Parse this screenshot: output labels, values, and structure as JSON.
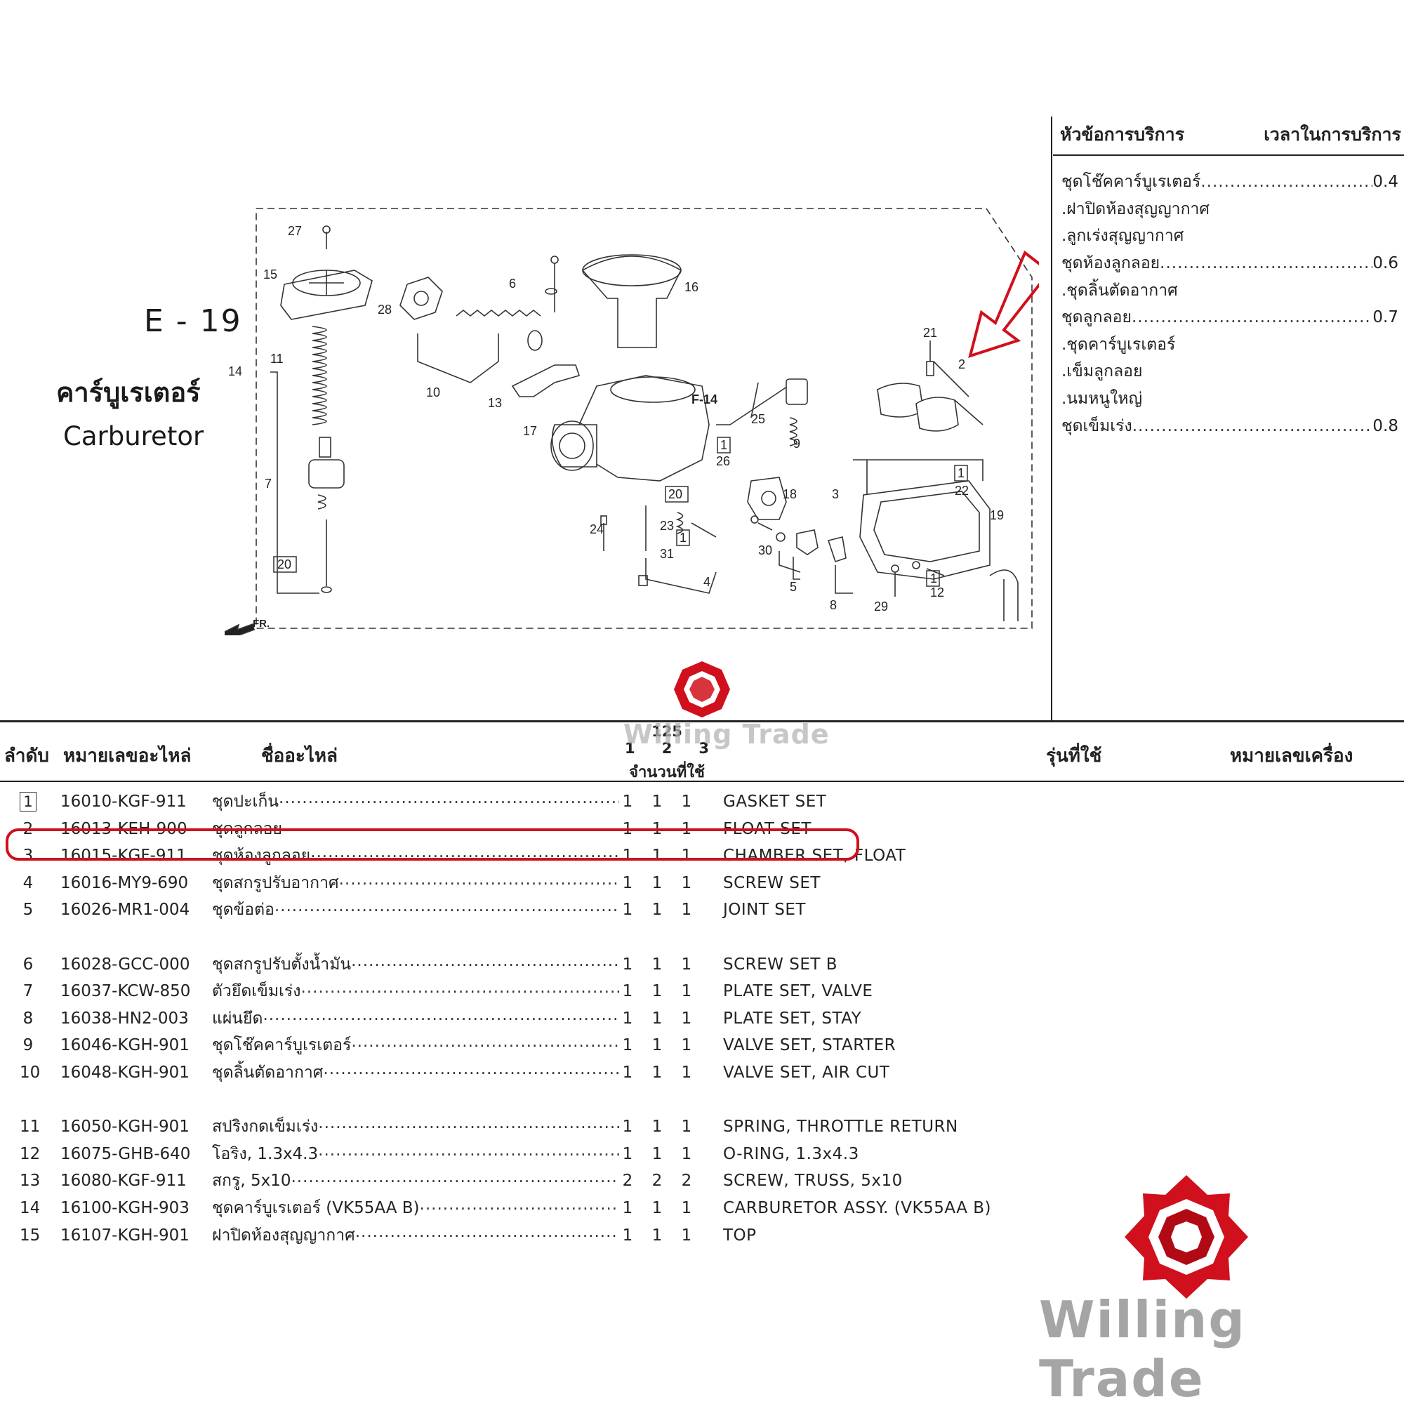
{
  "section": {
    "code": "E - 19",
    "name_th": "คาร์บูเรเตอร์",
    "name_en": "Carburetor"
  },
  "diagram": {
    "labels": [
      "27",
      "15",
      "28",
      "6",
      "16",
      "14",
      "11",
      "10",
      "13",
      "21",
      "2",
      "17",
      "F-14",
      "25",
      "9",
      "1",
      "26",
      "7",
      "20",
      "18",
      "3",
      "1",
      "22",
      "24",
      "23",
      "1",
      "31",
      "30",
      "5",
      "8",
      "12",
      "1",
      "19",
      "20",
      "4",
      "29",
      "FR."
    ]
  },
  "service": {
    "header_left": "หัวข้อการบริการ",
    "header_right": "เวลาในการบริการ",
    "items": [
      {
        "title": "ชุดโช๊คคาร์บูเรเตอร์",
        "time": "0.4"
      },
      {
        "title": ".ฝาปิดห้องสุญญากาศ",
        "time": ""
      },
      {
        "title": ".ลูกเร่งสุญญากาศ",
        "time": ""
      },
      {
        "title": "ชุดห้องลูกลอย",
        "time": "0.6"
      },
      {
        "title": ".ชุดลิ้นตัดอากาศ",
        "time": ""
      },
      {
        "title": "ชุดลูกลอย",
        "time": "0.7"
      },
      {
        "title": ".ชุดคาร์บูเรเตอร์",
        "time": ""
      },
      {
        "title": ".เข็มลูกลอย",
        "time": ""
      },
      {
        "title": ".นมหนูใหญ่",
        "time": ""
      },
      {
        "title": "ชุดเข็มเร่ง",
        "time": "0.8"
      }
    ]
  },
  "table": {
    "headers": {
      "no": "ลำดับ",
      "part_no": "หมายเลขอะไหล่",
      "part_name": "ชื่ออะไหล่",
      "model_code": "125",
      "qty_cols": [
        "1",
        "2",
        "3"
      ],
      "qty_label": "จำนวนที่ใช้",
      "model": "รุ่นที่ใช้",
      "frame_no": "หมายเลขเครื่อง"
    },
    "rows": [
      {
        "no": "1",
        "boxed": true,
        "part_no": "16010-KGF-911",
        "name_th": "ชุดปะเก็น",
        "q": [
          "1",
          "1",
          "1"
        ],
        "name_en": "GASKET SET"
      },
      {
        "no": "2",
        "boxed": false,
        "part_no": "16013-KEH-900",
        "name_th": "ชุดลูกลอย",
        "q": [
          "1",
          "1",
          "1"
        ],
        "name_en": "FLOAT SET"
      },
      {
        "no": "3",
        "boxed": false,
        "part_no": "16015-KGF-911",
        "name_th": "ชุดห้องลูกลอย",
        "q": [
          "1",
          "1",
          "1"
        ],
        "name_en": "CHAMBER SET, FLOAT"
      },
      {
        "no": "4",
        "boxed": false,
        "part_no": "16016-MY9-690",
        "name_th": "ชุดสกรูปรับอากาศ",
        "q": [
          "1",
          "1",
          "1"
        ],
        "name_en": "SCREW SET"
      },
      {
        "no": "5",
        "boxed": false,
        "part_no": "16026-MR1-004",
        "name_th": "ชุดข้อต่อ",
        "q": [
          "1",
          "1",
          "1"
        ],
        "name_en": "JOINT SET"
      },
      {
        "no": "6",
        "boxed": false,
        "part_no": "16028-GCC-000",
        "name_th": "ชุดสกรูปรับตั้งน้ำมัน",
        "q": [
          "1",
          "1",
          "1"
        ],
        "name_en": "SCREW SET B"
      },
      {
        "no": "7",
        "boxed": false,
        "part_no": "16037-KCW-850",
        "name_th": "ตัวยึดเข็มเร่ง",
        "q": [
          "1",
          "1",
          "1"
        ],
        "name_en": "PLATE SET, VALVE"
      },
      {
        "no": "8",
        "boxed": false,
        "part_no": "16038-HN2-003",
        "name_th": "แผ่นยึด",
        "q": [
          "1",
          "1",
          "1"
        ],
        "name_en": "PLATE SET, STAY"
      },
      {
        "no": "9",
        "boxed": false,
        "part_no": "16046-KGH-901",
        "name_th": "ชุดโช๊คคาร์บูเรเตอร์",
        "q": [
          "1",
          "1",
          "1"
        ],
        "name_en": "VALVE SET, STARTER"
      },
      {
        "no": "10",
        "boxed": false,
        "part_no": "16048-KGH-901",
        "name_th": "ชุดลิ้นตัดอากาศ",
        "q": [
          "1",
          "1",
          "1"
        ],
        "name_en": "VALVE SET, AIR CUT"
      },
      {
        "no": "11",
        "boxed": false,
        "part_no": "16050-KGH-901",
        "name_th": "สปริงกดเข็มเร่ง",
        "q": [
          "1",
          "1",
          "1"
        ],
        "name_en": "SPRING, THROTTLE RETURN"
      },
      {
        "no": "12",
        "boxed": false,
        "part_no": "16075-GHB-640",
        "name_th": "โอริง, 1.3x4.3",
        "q": [
          "1",
          "1",
          "1"
        ],
        "name_en": "O-RING, 1.3x4.3"
      },
      {
        "no": "13",
        "boxed": false,
        "part_no": "16080-KGF-911",
        "name_th": "สกรู, 5x10",
        "q": [
          "2",
          "2",
          "2"
        ],
        "name_en": "SCREW, TRUSS, 5x10"
      },
      {
        "no": "14",
        "boxed": false,
        "part_no": "16100-KGH-903",
        "name_th": "ชุดคาร์บูเรเตอร์ (VK55AA B)",
        "q": [
          "1",
          "1",
          "1"
        ],
        "name_en": "CARBURETOR ASSY. (VK55AA B)"
      },
      {
        "no": "15",
        "boxed": false,
        "part_no": "16107-KGH-901",
        "name_th": "ฝาปิดห้องสุญญากาศ",
        "q": [
          "1",
          "1",
          "1"
        ],
        "name_en": "TOP"
      }
    ]
  },
  "watermark": {
    "text": "Willing Trade",
    "color": "#d0101c"
  }
}
